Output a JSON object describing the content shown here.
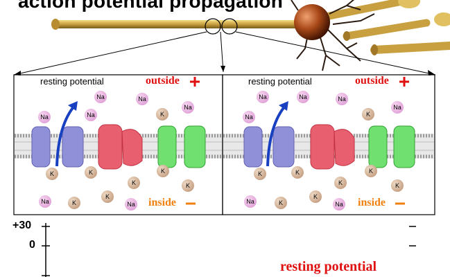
{
  "title": "action potential propagation",
  "panels": [
    {
      "label": "resting potential",
      "outside": "outside",
      "inside": "inside"
    },
    {
      "label": "resting potential",
      "outside": "outside",
      "inside": "inside"
    }
  ],
  "ions": {
    "na": "Na",
    "k": "K"
  },
  "graph": {
    "tick_top": "+30",
    "tick_zero": "0",
    "caption": "resting potential"
  },
  "colors": {
    "outside": "#e01010",
    "inside": "#f08010",
    "na_ion": "#d890d0",
    "k_ion": "#b88c6c",
    "channel_blue": "#8080d0",
    "channel_red": "#e05060",
    "channel_green": "#60d060",
    "axon": "#c8a040"
  }
}
